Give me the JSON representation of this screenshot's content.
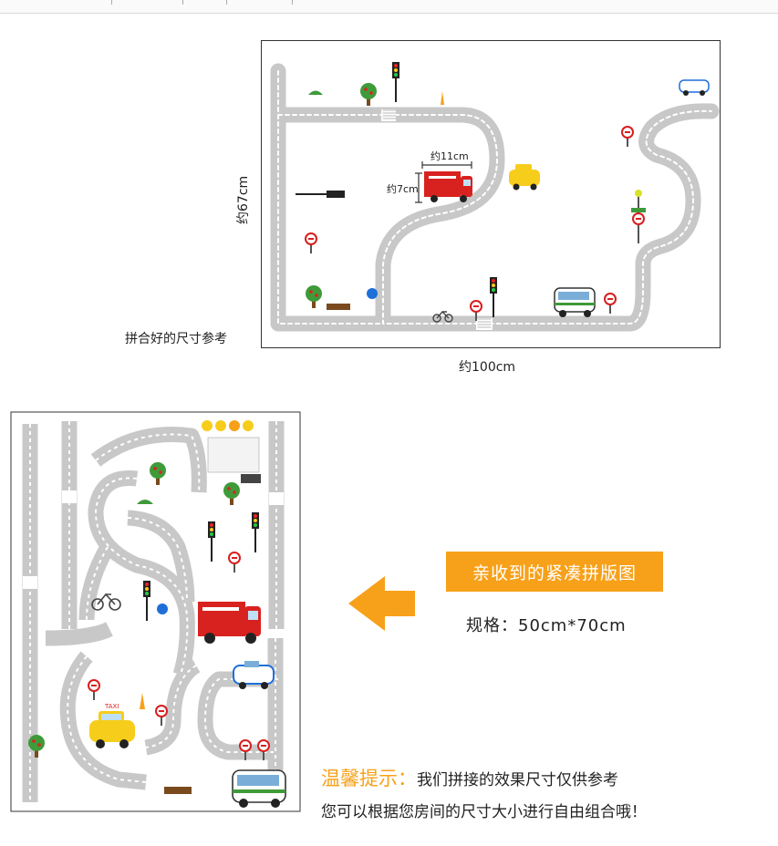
{
  "top_image": {
    "height_label": "约67cm",
    "width_label": "约100cm",
    "caption": "拼合好的尺寸参考",
    "truck_width_label": "约11cm",
    "truck_height_label": "约7cm"
  },
  "bottom": {
    "banner_label": "亲收到的紧凑拼版图",
    "spec_label": "规格：50cm*70cm",
    "tip_prefix": "温馨提示：",
    "tip_line1": "我们拼接的效果尺寸仅供参考",
    "tip_line2": "您可以根据您房间的尺寸大小进行自由组合哦！",
    "taxi_text": "TAXI"
  },
  "colors": {
    "road": "#c8c8c8",
    "road_dash": "#ffffff",
    "accent_orange": "#f7a11a",
    "truck_red": "#d8221f",
    "taxi_yellow": "#f6cd1b",
    "tree_green": "#3f9a3a",
    "sign_red": "#d81e1e"
  }
}
